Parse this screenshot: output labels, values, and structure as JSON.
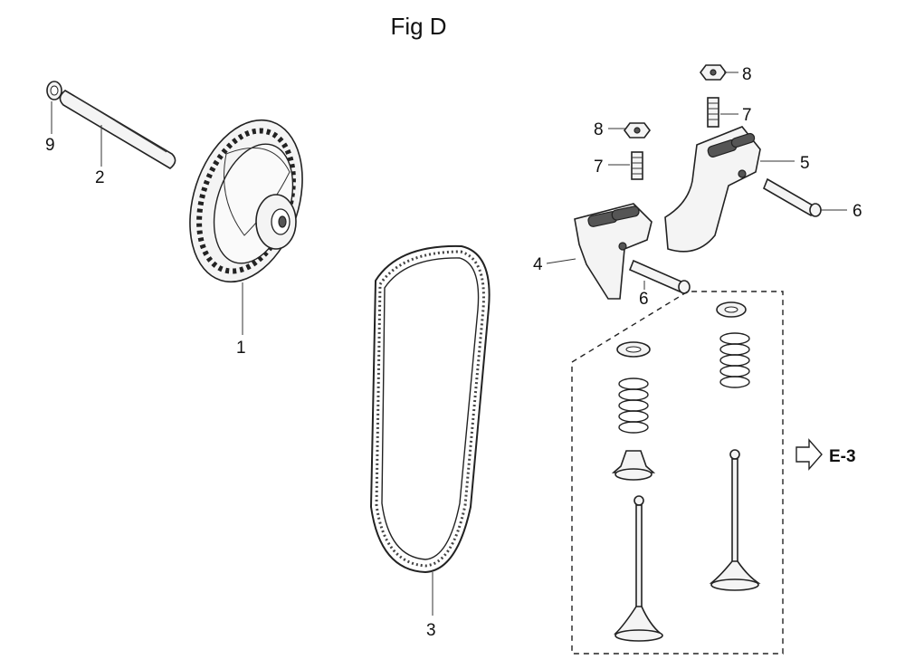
{
  "title": "Fig D",
  "callouts": {
    "c1": "1",
    "c2": "2",
    "c3": "3",
    "c4": "4",
    "c5": "5",
    "c6a": "6",
    "c6b": "6",
    "c7a": "7",
    "c7b": "7",
    "c8a": "8",
    "c8b": "8",
    "c9": "9"
  },
  "reference": "E-3"
}
